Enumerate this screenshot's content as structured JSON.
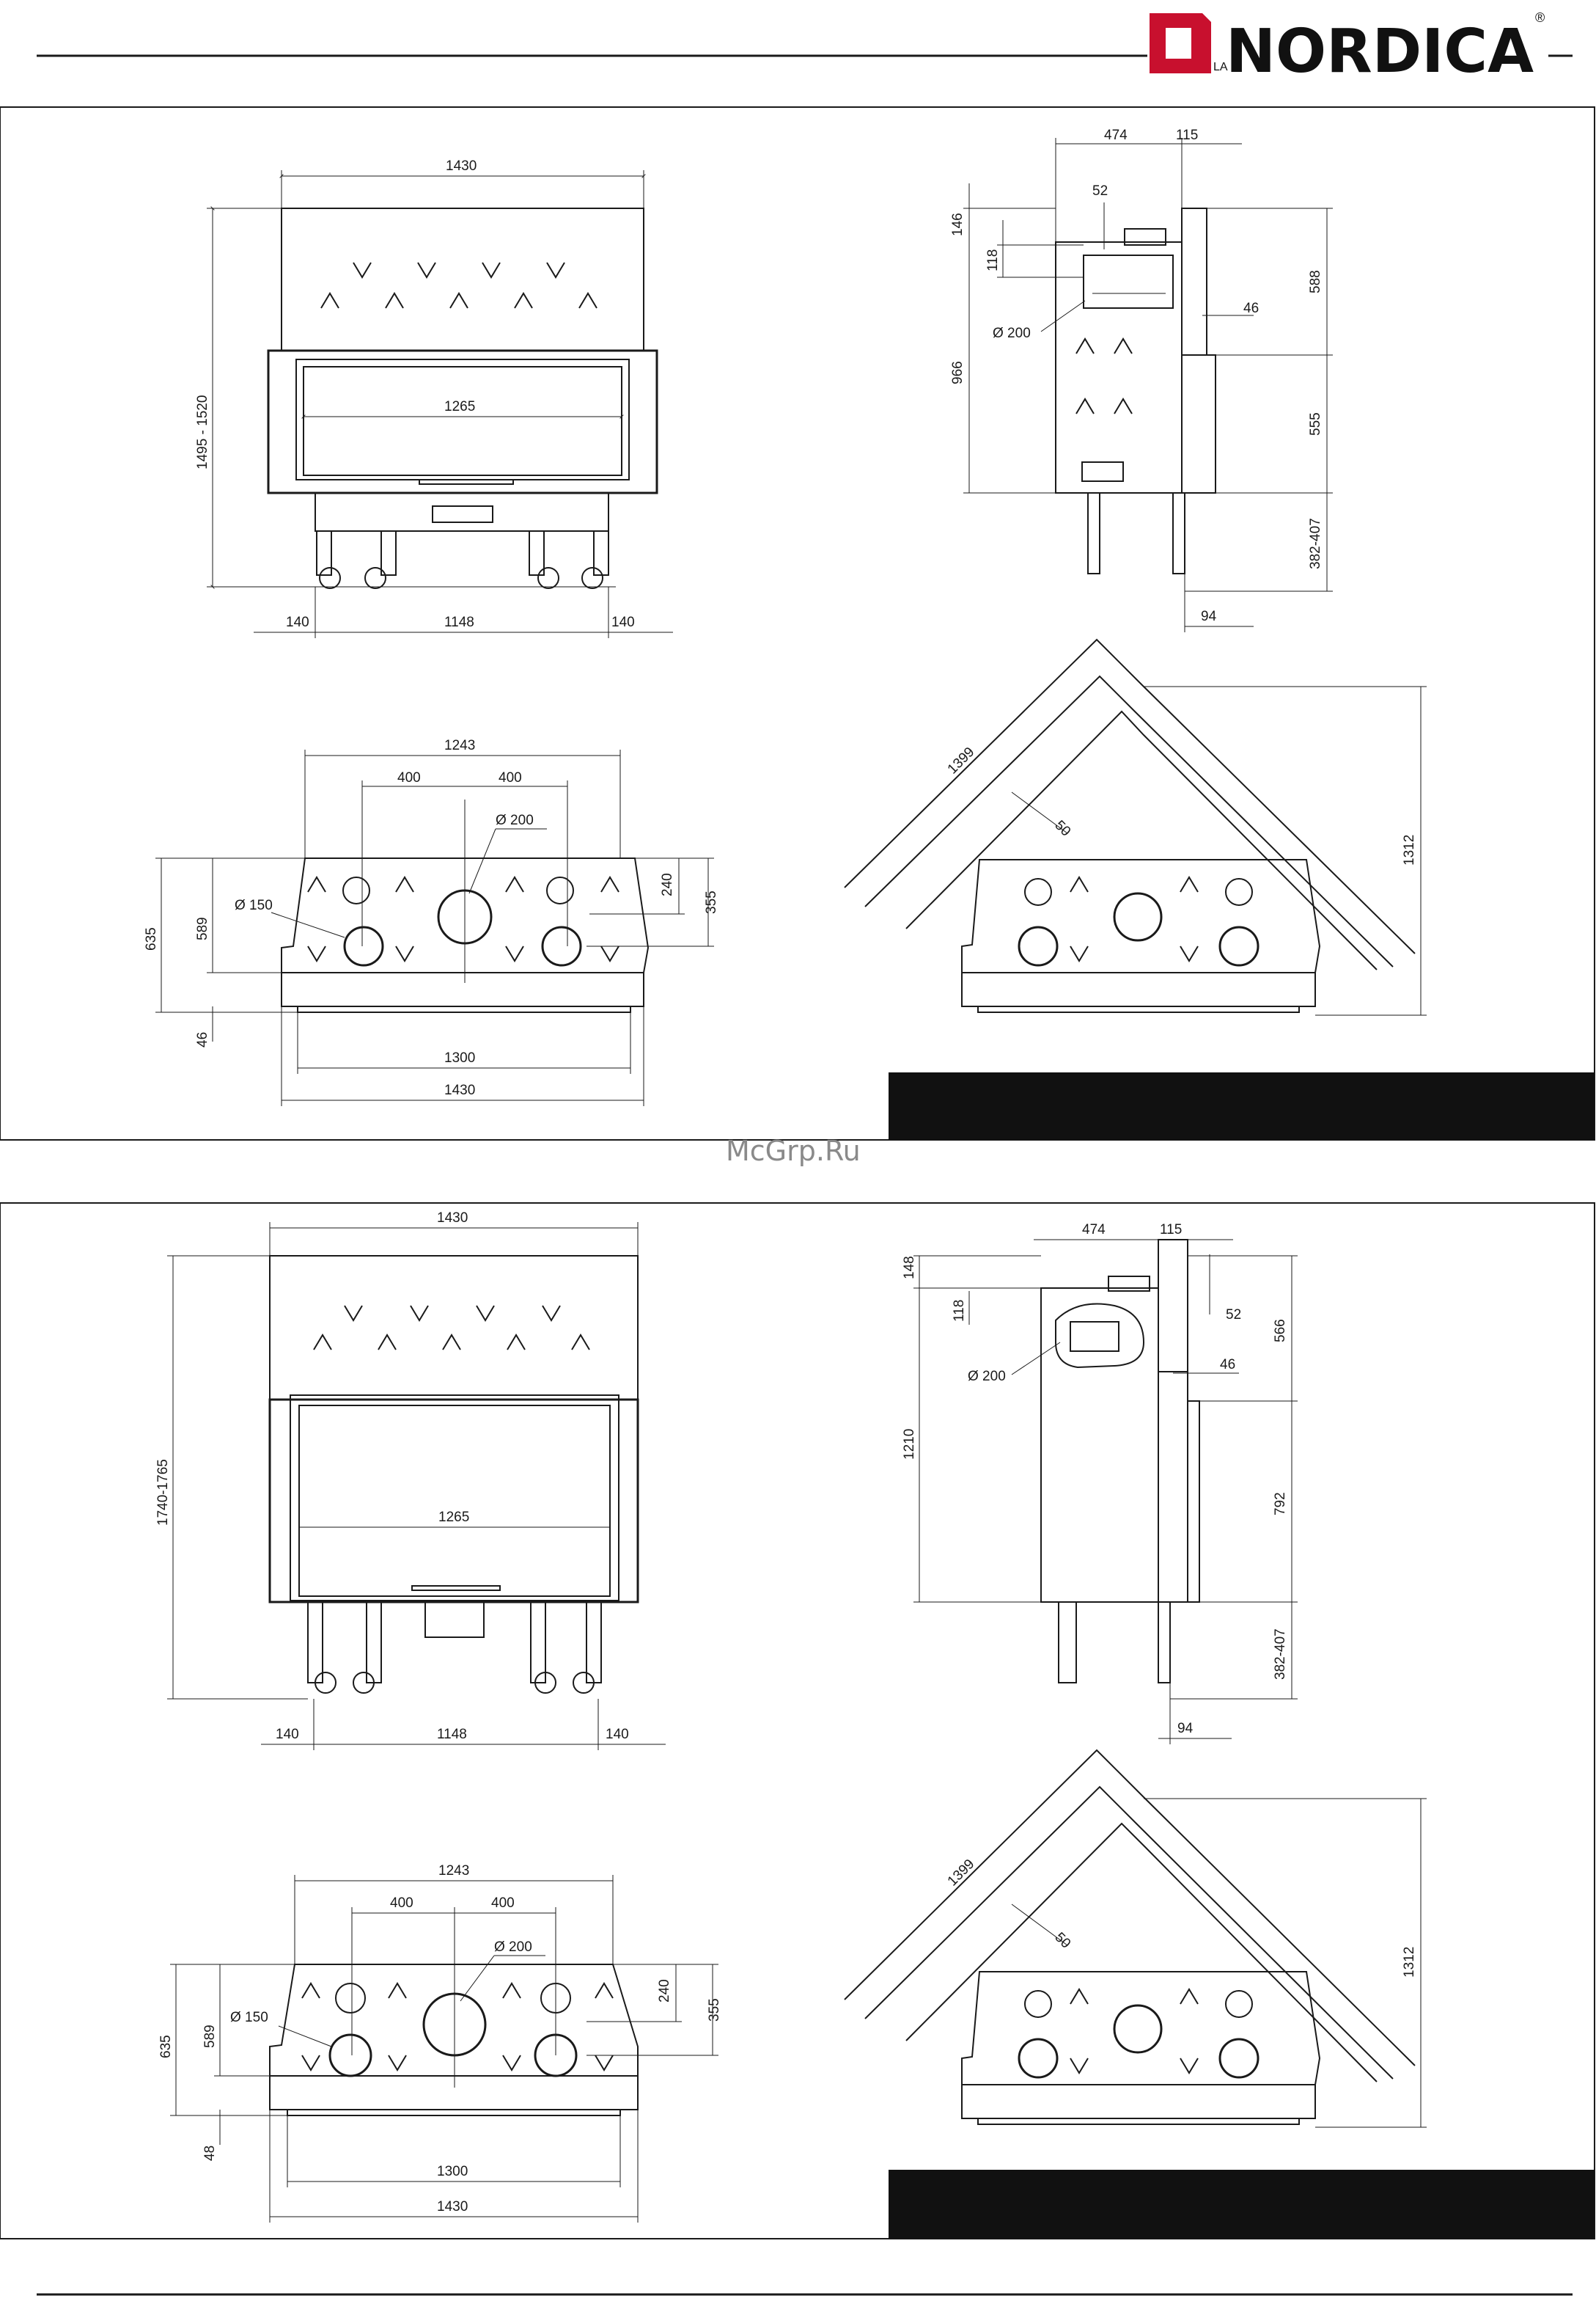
{
  "brand": {
    "name": "NORDICA",
    "prefix": "LA",
    "registered": "®"
  },
  "watermark": "McGrp.Ru",
  "panels": [
    {
      "front": {
        "width_top": "1430",
        "glass_width": "1265",
        "height_range": "1495 - 1520",
        "leg_left": "140",
        "leg_span": "1148",
        "leg_right": "140"
      },
      "side": {
        "depth": "474",
        "back": "115",
        "top_offset": "52",
        "dim_146": "146",
        "dim_118": "118",
        "flue": "Ø 200",
        "body_height": "966",
        "upper": "588",
        "offset_46": "46",
        "lower": "555",
        "legs": "382-407",
        "foot": "94"
      },
      "plan": {
        "inner_width": "1243",
        "spacing_left": "400",
        "spacing_right": "400",
        "big_hole": "Ø 200",
        "small_hole": "Ø 150",
        "depth_240": "240",
        "depth_355": "355",
        "depth_635": "635",
        "depth_589": "589",
        "frame": "46",
        "bottom_inner": "1300",
        "bottom_outer": "1430"
      },
      "corner": {
        "diag": "1399",
        "gap": "50",
        "depth": "1312"
      }
    },
    {
      "front": {
        "width_top": "1430",
        "glass_width": "1265",
        "height_range": "1740-1765",
        "leg_left": "140",
        "leg_span": "1148",
        "leg_right": "140"
      },
      "side": {
        "depth": "474",
        "back": "115",
        "top_offset": "52",
        "dim_146": "148",
        "dim_118": "118",
        "flue": "Ø 200",
        "body_height": "1210",
        "upper": "566",
        "offset_46": "46",
        "lower": "792",
        "legs": "382-407",
        "foot": "94"
      },
      "plan": {
        "inner_width": "1243",
        "spacing_left": "400",
        "spacing_right": "400",
        "big_hole": "Ø 200",
        "small_hole": "Ø 150",
        "depth_240": "240",
        "depth_355": "355",
        "depth_635": "635",
        "depth_589": "589",
        "frame": "48",
        "bottom_inner": "1300",
        "bottom_outer": "1430"
      },
      "corner": {
        "diag": "1399",
        "gap": "50",
        "depth": "1312"
      }
    }
  ],
  "colors": {
    "line": "#1a1a1a",
    "logo_red": "#c8102e",
    "banner": "#111111",
    "watermark": "#8a8a8a"
  }
}
